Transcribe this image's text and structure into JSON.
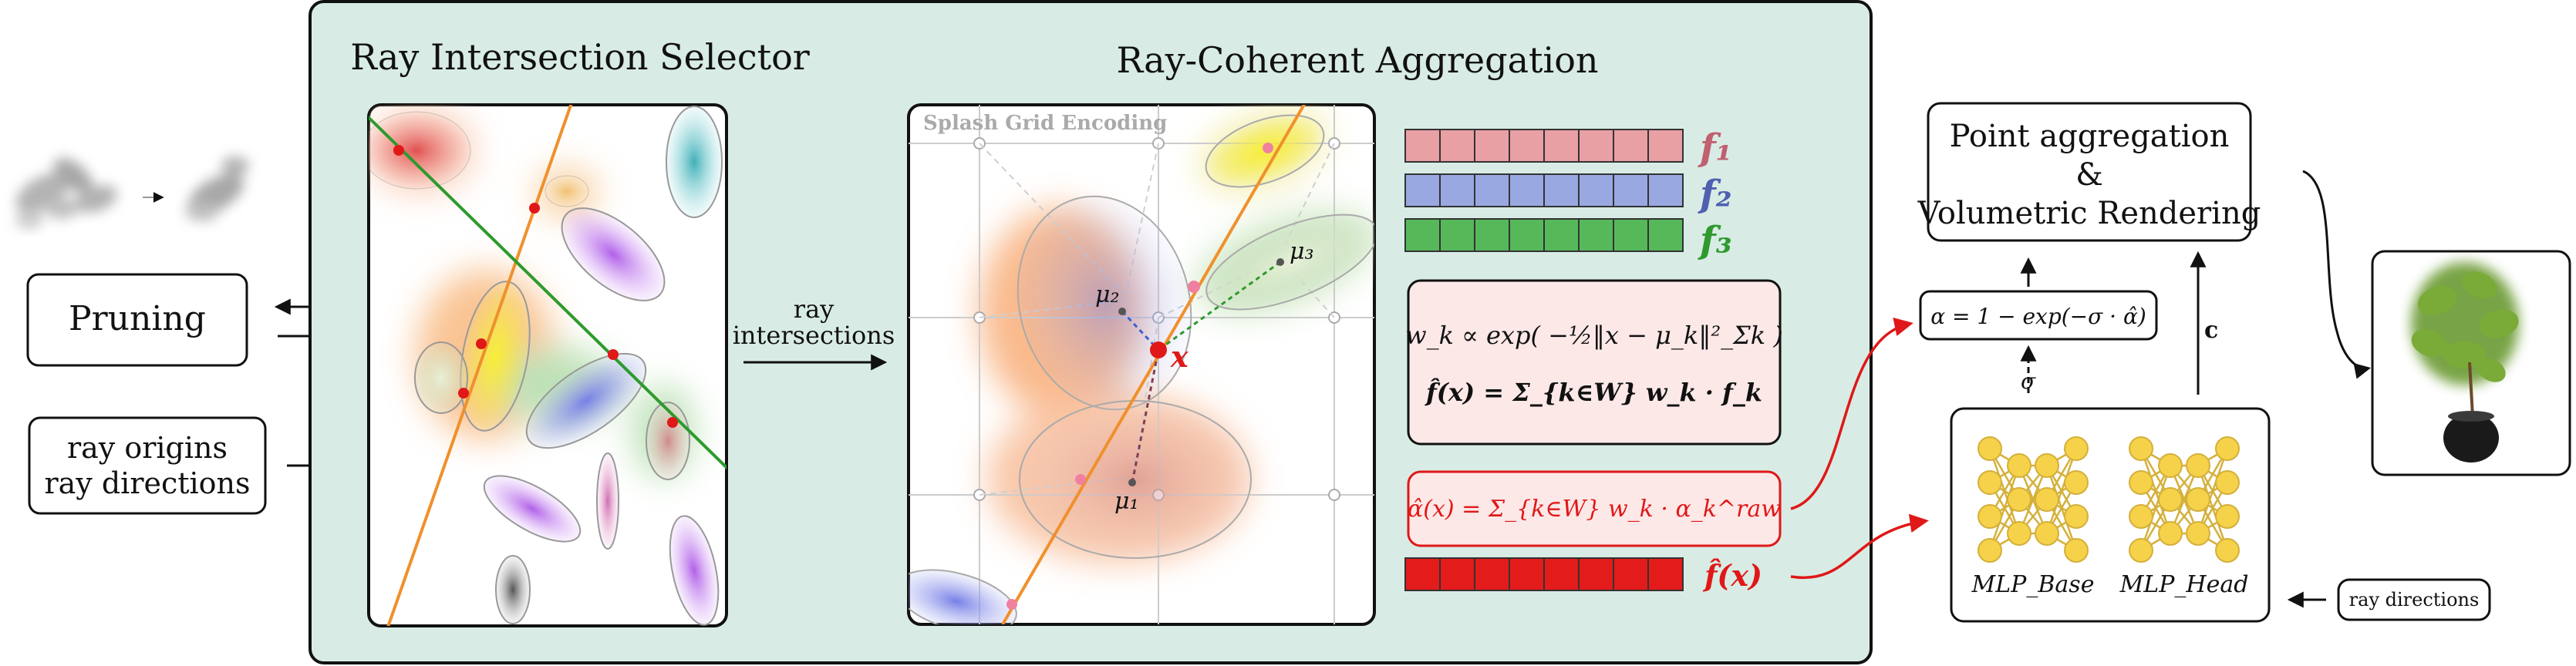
{
  "titles": {
    "selector": "Ray Intersection Selector",
    "aggregation": "Ray-Coherent Aggregation",
    "grid": "Splash Grid Encoding"
  },
  "left": {
    "pruning": "Pruning",
    "ray_inputs_1": "ray origins",
    "ray_inputs_2": "ray directions"
  },
  "mid": {
    "arrow_label_1": "ray",
    "arrow_label_2": "intersections"
  },
  "grid_labels": {
    "mu1": "μ₁",
    "mu2": "μ₂",
    "mu3": "μ₃",
    "x": "x"
  },
  "features": {
    "f1": "f₁",
    "f2": "f₂",
    "f3": "f₃",
    "f_hat": "f̂(x)"
  },
  "formulas": {
    "weight": "w_k ∝ exp( −½‖x − μ_k‖²_Σk )",
    "feature": "f̂(x) = Σ_{k∈W} w_k · f_k",
    "alpha": "α̂(x) = Σ_{k∈W} w_k · α_k^raw",
    "opacity": "α = 1 − exp(−σ · α̂)"
  },
  "right": {
    "render_1": "Point aggregation",
    "render_2": "&",
    "render_3": "Volumetric Rendering",
    "sigma": "σ",
    "color": "c",
    "mlp_base": "MLP_Base",
    "mlp_head": "MLP_Head",
    "ray_dirs": "ray directions"
  },
  "colors": {
    "panel_bg": "#d8ece5",
    "orange_ray": "#f0902c",
    "green_ray": "#2e9a2e",
    "red": "#e01818",
    "f1": "#e8a0a4",
    "f2": "#9aa8e2",
    "f3": "#57b85a",
    "fhat": "#e31b1b",
    "mlp_node": "#f5d24a"
  }
}
